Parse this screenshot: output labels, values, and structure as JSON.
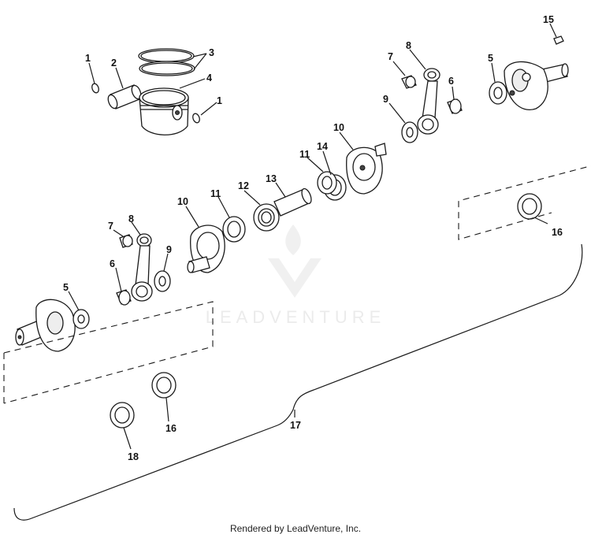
{
  "watermark": {
    "text": "LEADVENTURE"
  },
  "footer": {
    "text": "Rendered by LeadVenture, Inc."
  },
  "callouts": {
    "c1a": "1",
    "c1b": "1",
    "c2": "2",
    "c3": "3",
    "c4": "4",
    "c5a": "5",
    "c5b": "5",
    "c6a": "6",
    "c6b": "6",
    "c7a": "7",
    "c7b": "7",
    "c8a": "8",
    "c8b": "8",
    "c9a": "9",
    "c9b": "9",
    "c10a": "10",
    "c10b": "10",
    "c11a": "11",
    "c11b": "11",
    "c12": "12",
    "c13": "13",
    "c14": "14",
    "c15": "15",
    "c16a": "16",
    "c16b": "16",
    "c17": "17",
    "c18": "18"
  }
}
